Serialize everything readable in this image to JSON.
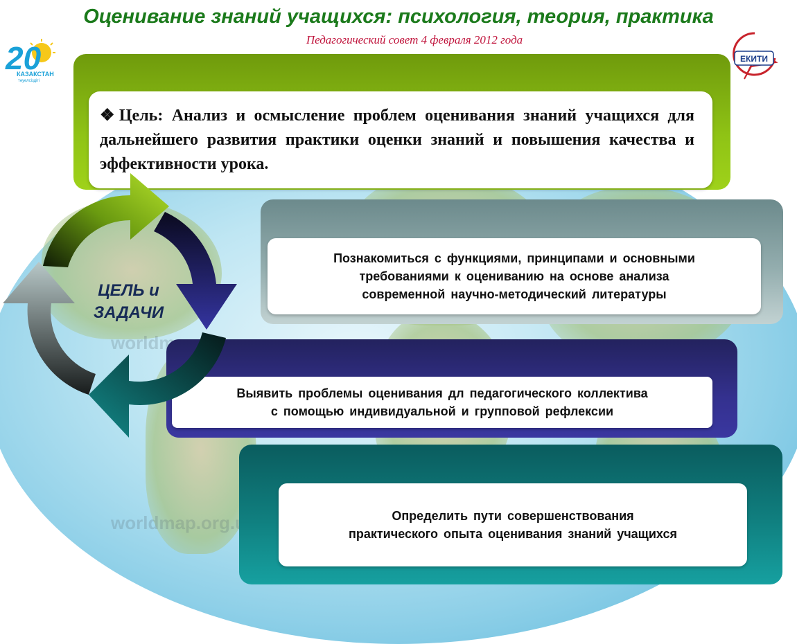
{
  "header": {
    "title": "Оценивание знаний учащихся: психология, теория, практика",
    "subtitle": "Педагогический совет 4 февраля 2012 года"
  },
  "logos": {
    "left_logo": {
      "icon": "kazakhstan-20-years-emblem-icon",
      "text_top": "КАЗАКСТАН",
      "text_bottom": "тәуелсіздігі"
    },
    "right_logo": {
      "icon": "ekiti-institute-logo-icon",
      "text": "ЕКИТИ"
    }
  },
  "goal": {
    "prefix": "❖",
    "text": "Цель: Анализ и осмысление проблем оценивания знаний учащихся для дальнейшего развития практики оценки знаний и повышения качества и эффективности урока."
  },
  "cycle": {
    "label_line1": "ЦЕЛЬ и",
    "label_line2": "ЗАДАЧИ"
  },
  "tasks": [
    {
      "line1": "Познакомиться  с функциями,  принципами  и основными",
      "line2": "требованиями  к оцениванию  на основе анализа",
      "line3": "современной  научно-методический  литературы"
    },
    {
      "line1": "Выявить  проблемы  оценивания  дл педагогического  коллектива",
      "line2": "с помощью  индивидуальной  и групповой  рефлексии"
    },
    {
      "line1": "Определить  пути  совершенствования",
      "line2": "практического  опыта  оценивания  знаний  учащихся"
    }
  ],
  "watermarks": [
    "worldmap",
    "worldmap.org.ua"
  ],
  "colors": {
    "title": "#1b7a1b",
    "subtitle": "#c0143c",
    "goal_panel": "#86b80e",
    "task1_panel": "#7a9a9c",
    "task2_panel": "#2e2a7a",
    "task3_panel": "#0e7070"
  }
}
